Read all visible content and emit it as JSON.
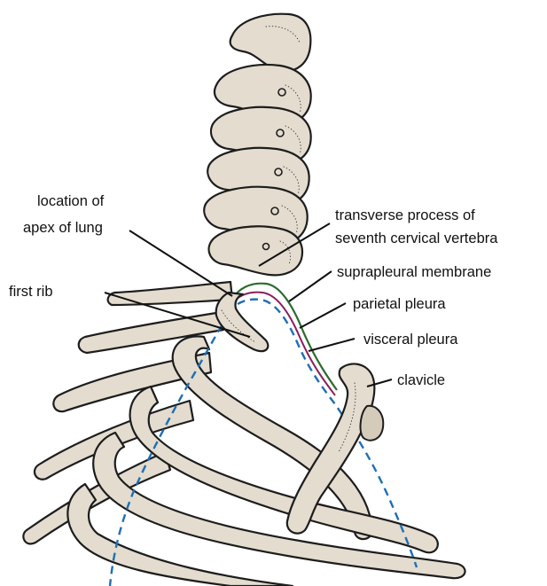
{
  "diagram": {
    "labels": {
      "apex_line1": "location of",
      "apex_line2": "apex of lung",
      "first_rib": "first rib",
      "transverse_line1": "transverse process of",
      "transverse_line2": "seventh cervical vertebra",
      "suprapleural": "suprapleural membrane",
      "parietal": "parietal pleura",
      "visceral": "visceral pleura",
      "clavicle": "clavicle"
    },
    "colors": {
      "bone": "#e3dccf",
      "outline": "#1d1d1d",
      "suprapleural_membrane": "#2f6b2f",
      "parietal_pleura": "#8a1f5c",
      "visceral_pleura": "#1f6fb5"
    }
  }
}
